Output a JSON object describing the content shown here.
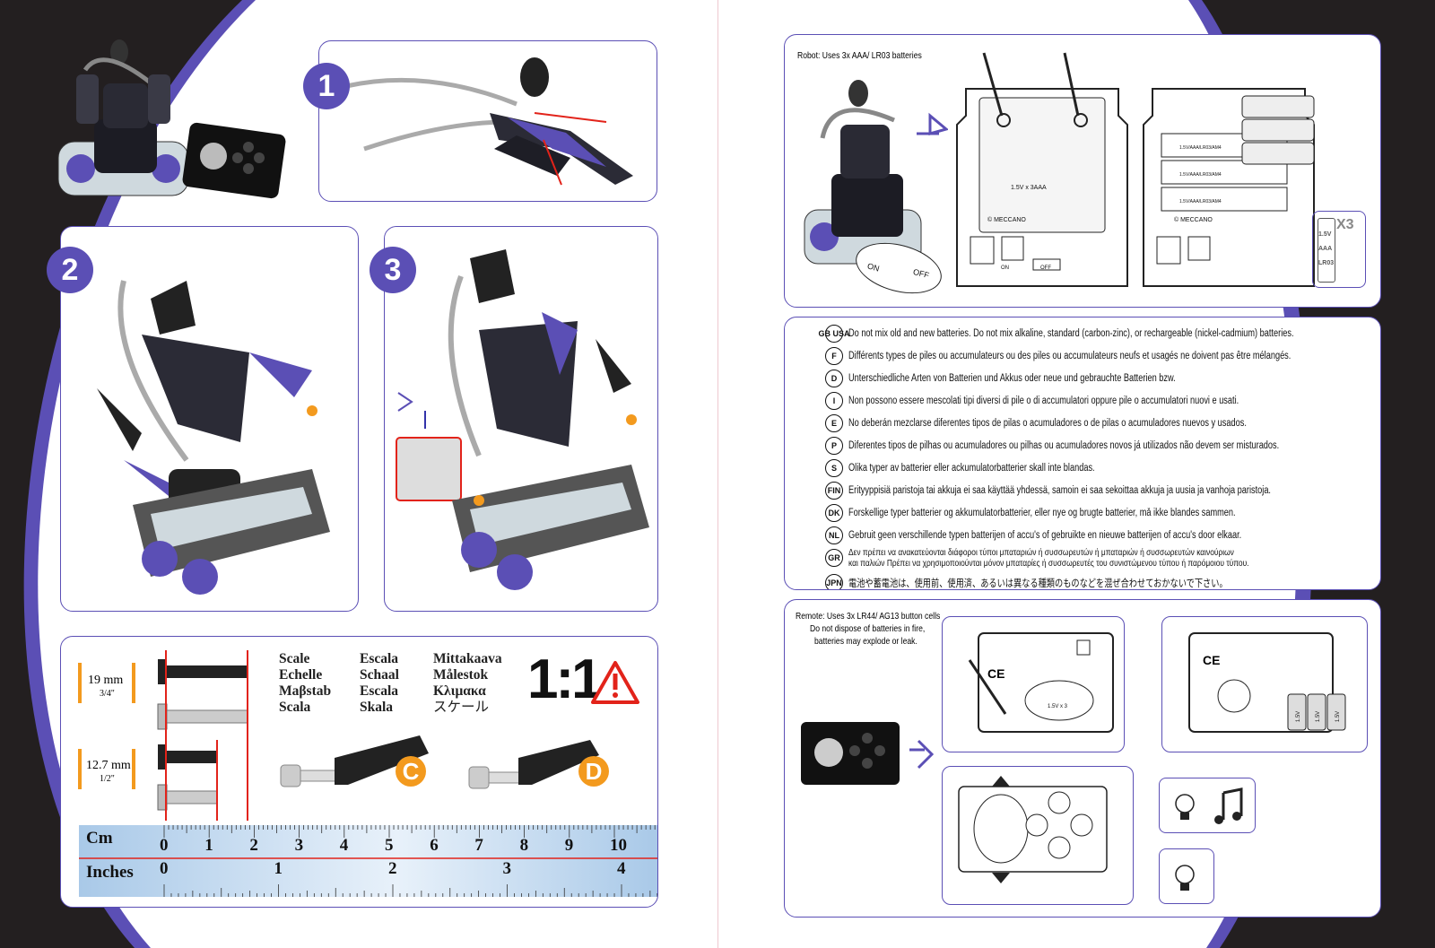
{
  "colors": {
    "accent": "#5b4fb5",
    "dark_background": "#231f20",
    "warning_red": "#e2231a",
    "part_orange": "#f39a1e"
  },
  "left_page": {
    "steps": [
      "1",
      "2",
      "3"
    ],
    "bolt_sizes": [
      {
        "metric": "19 mm",
        "imperial": "3/4\""
      },
      {
        "metric": "12.7 mm",
        "imperial": "1/2\""
      }
    ],
    "scale_words": [
      "Scale",
      "Echelle",
      "Maβstab",
      "Scala",
      "Escala",
      "Schaal",
      "Escala",
      "Skala",
      "Mittakaava",
      "Målestok",
      "Kλιμακα",
      "スケール"
    ],
    "scale_ratio": "1:1",
    "part_labels": [
      "C",
      "D"
    ],
    "ruler": {
      "cm_label": "Cm",
      "inches_label": "Inches",
      "cm_marks": [
        "0",
        "1",
        "2",
        "3",
        "4",
        "5",
        "6",
        "7",
        "8",
        "9",
        "10"
      ],
      "inch_marks": [
        "0",
        "1",
        "2",
        "3",
        "4"
      ]
    }
  },
  "right_page": {
    "robot_battery_note": "Robot: Uses 3x AAA/ LR03 batteries",
    "battery_spec": "1.5V x 3AAA",
    "brand": "© MECCANO",
    "switch_on": "ON",
    "switch_off": "OFF",
    "cell_label": "1.5V/AAA/LR03/AM4",
    "battery_count": "X3",
    "battery_icon_lines": [
      "1.5V",
      "AAA",
      "LR03"
    ],
    "warnings": [
      {
        "code": "GB USA",
        "text": "Do not mix old and new batteries. Do not mix alkaline, standard (carbon-zinc), or rechargeable (nickel-cadmium) batteries."
      },
      {
        "code": "F",
        "text": "Différents types de piles ou accumulateurs ou des piles ou accumulateurs neufs et usagés ne doivent pas être mélangés."
      },
      {
        "code": "D",
        "text": "Unterschiedliche Arten von Batterien und Akkus oder neue und gebrauchte Batterien bzw."
      },
      {
        "code": "I",
        "text": "Non possono essere mescolati tipi diversi di pile o di accumulatori oppure pile o accumulatori nuovi e usati."
      },
      {
        "code": "E",
        "text": "No deberán mezclarse diferentes tipos de pilas o acumuladores o de pilas o acumuladores nuevos y usados."
      },
      {
        "code": "P",
        "text": "Diferentes tipos de pilhas ou acumuladores ou pilhas ou acumuladores novos já utilizados não devem ser misturados."
      },
      {
        "code": "S",
        "text": "Olika typer av batterier eller ackumulatorbatterier skall inte blandas."
      },
      {
        "code": "FIN",
        "text": "Erityyppisiä paristoja tai akkuja ei saa käyttää yhdessä, samoin ei saa sekoittaa akkuja ja uusia ja vanhoja paristoja."
      },
      {
        "code": "DK",
        "text": "Forskellige  typer  batterier og akkumulatorbatterier, eller nye og brugte batterier, må ikke blandes sammen."
      },
      {
        "code": "NL",
        "text": "Gebruit geen verschillende typen batterijen of accu's of gebruikte en nieuwe batterijen of accu's door elkaar."
      },
      {
        "code": "GR",
        "text": "Δεν πρέπει να ανακατεύονται διάφοροι τύποι μπαταριών ή συσσωρευτών ή μπαταριών ή συσσωρευτών καινούριων",
        "text2": "και παλιών  Πρέπει να χρησιμοποιούνται μόνον μπαταρίες ή συσσωρευτές του συνιστώμενου τύπου ή παρόμοιου τύπου."
      },
      {
        "code": "JPN",
        "text": "電池や蓄電池は、使用前、使用済、あるいは異なる種類のものなどを混ぜ合わせておかないで下さい。"
      }
    ],
    "remote_note": [
      "Remote: Uses 3x LR44/ AG13 button cells",
      "Do not dispose of batteries in fire,",
      "batteries may explode or leak."
    ],
    "remote_spec": "1.5V x 3",
    "button_cell_label": "1.5V"
  }
}
